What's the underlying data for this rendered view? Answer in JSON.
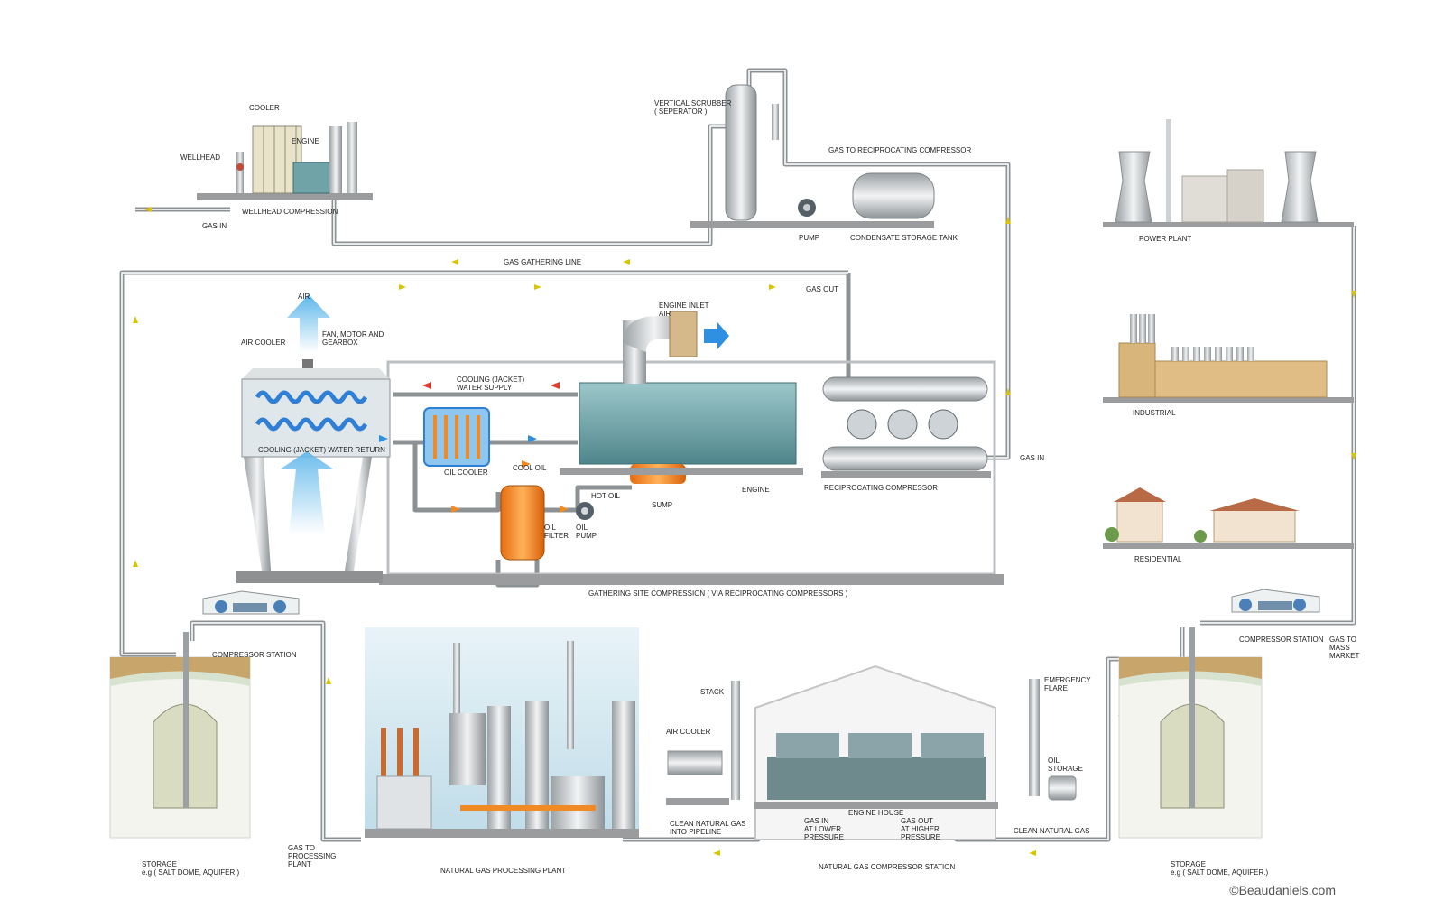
{
  "labels": {
    "cooler": "COOLER",
    "engine_top": "ENGINE",
    "wellhead": "WELLHEAD",
    "wellhead_compression": "WELLHEAD COMPRESSION",
    "gas_in_top": "GAS IN",
    "vertical_scrubber": "VERTICAL SCRUBBER\n( SEPERATOR )",
    "gas_to_recip": "GAS TO RECIPROCATING COMPRESSOR",
    "pump": "PUMP",
    "condensate_tank": "CONDENSATE STORAGE TANK",
    "gas_gathering_line": "GAS GATHERING LINE",
    "power_plant": "POWER PLANT",
    "gas_out": "GAS OUT",
    "air": "AIR",
    "air_cooler_main": "AIR COOLER",
    "fan_motor": "FAN, MOTOR AND\nGEARBOX",
    "engine_inlet_air": "ENGINE INLET\nAIR",
    "cooling_supply": "COOLING (JACKET)\nWATER SUPPLY",
    "cooling_return": "COOLING (JACKET) WATER RETURN",
    "oil_cooler": "OIL COOLER",
    "cool_oil": "COOL OIL",
    "hot_oil": "HOT OIL",
    "sump": "SUMP",
    "engine_main": "ENGINE",
    "recip_compressor": "RECIPROCATING COMPRESSOR",
    "gas_in_right": "GAS IN",
    "oil_filter": "OIL\nFILTER",
    "oil_pump": "OIL\nPUMP",
    "industrial": "INDUSTRIAL",
    "residential": "RESIDENTIAL",
    "gathering_site": "GATHERING SITE COMPRESSION ( VIA RECIPROCATING COMPRESSORS )",
    "compressor_station_left": "COMPRESSOR STATION",
    "compressor_station_right": "COMPRESSOR STATION",
    "gas_to_mass_market": "GAS TO\nMASS\nMARKET",
    "emergency_flare": "EMERGENCY\nFLARE",
    "stack": "STACK",
    "air_cooler_station": "AIR COOLER",
    "oil_storage": "OIL\nSTORAGE",
    "engine_house": "ENGINE HOUSE",
    "clean_gas_into_pipeline": "CLEAN NATURAL GAS\nINTO PIPELINE",
    "gas_in_lower": "GAS  IN\nAT LOWER\nPRESSURE",
    "gas_out_higher": "GAS  OUT\nAT HIGHER\nPRESSURE",
    "clean_natural_gas": "CLEAN NATURAL GAS",
    "gas_to_processing": "GAS TO\nPROCESSING\nPLANT",
    "storage_left": "STORAGE\ne.g ( SALT DOME, AQUIFER.)",
    "storage_right": "STORAGE\ne.g ( SALT DOME, AQUIFER.)",
    "processing_plant": "NATURAL GAS PROCESSING PLANT",
    "compressor_station_main": "NATURAL GAS COMPRESSOR STATION"
  },
  "credit": "©Beaudaniels.com",
  "colors": {
    "pipe": "#c9ccce",
    "pipe_edge": "#8c9194",
    "machine": "#6fa3a8",
    "oil": "#f08a24",
    "coolant": "#2f7fd6",
    "flow_arrow": "#d8c400",
    "ground": "#c8a56a",
    "storage_fluid": "#d9dcc0"
  }
}
